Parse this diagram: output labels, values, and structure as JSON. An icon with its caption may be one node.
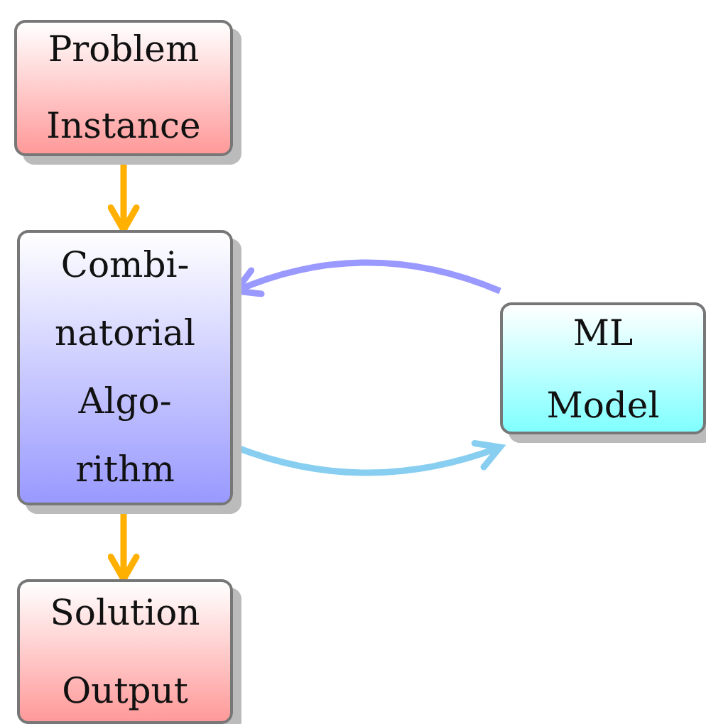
{
  "diagram": {
    "nodes": [
      {
        "text": [
          "Problem Instance"
        ]
      },
      {
        "text": [
          "Combi- natorial Algo- rithm"
        ]
      },
      {
        "text": [
          "ML Model"
        ]
      },
      {
        "text": [
          "Solution Output"
        ]
      }
    ],
    "edges": [
      {
        "from": 0,
        "to": 1,
        "arrow": "to",
        "color": "#ffb000"
      },
      {
        "from": 1,
        "to": 3,
        "arrow": "to",
        "color": "#ffb000"
      },
      {
        "from": 2,
        "to": 1,
        "arrow": "to",
        "color": "#9999ff"
      },
      {
        "from": 1,
        "to": 2,
        "arrow": "to",
        "color": "#87cef0"
      }
    ]
  }
}
